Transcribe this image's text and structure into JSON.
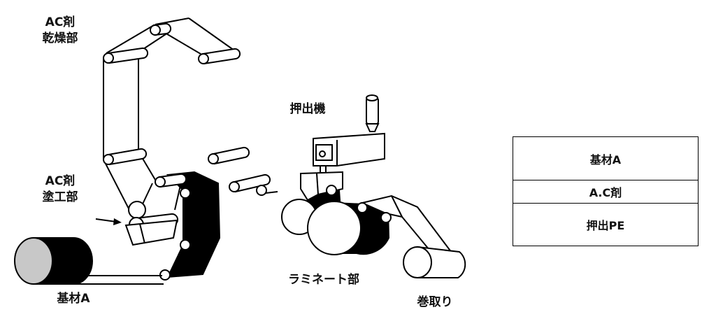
{
  "labels": {
    "ac_agent_1": "AC剤",
    "drying_section": "乾燥部",
    "ac_agent_2": "AC剤",
    "coating_section": "塗工部",
    "substrate": "基材A",
    "extruder": "押出機",
    "laminating_section": "ラミネート部",
    "winding": "巻取り"
  },
  "layer_structure": [
    {
      "label": "基材A"
    },
    {
      "label": "A.C剤"
    },
    {
      "label": "押出PE"
    }
  ],
  "colors": {
    "roll_face": "#c8c8c8",
    "film": "#000000"
  }
}
